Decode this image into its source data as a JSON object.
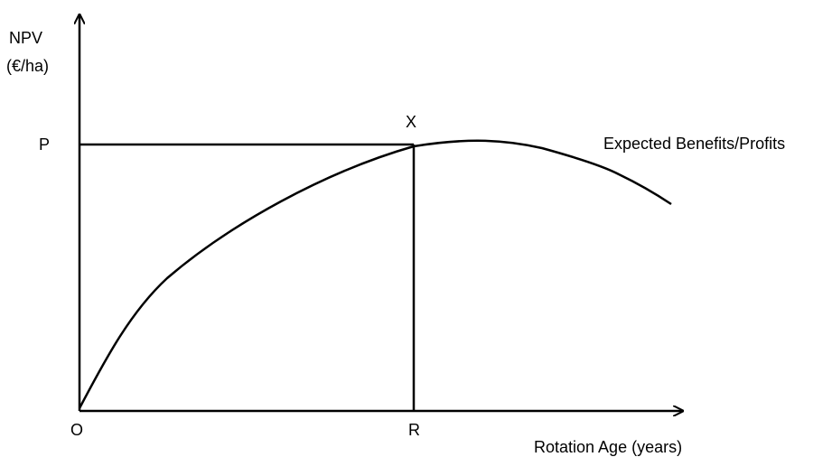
{
  "diagram": {
    "y_axis_label_line1": "NPV",
    "y_axis_label_line2": "(€/ha)",
    "x_axis_label": "Rotation  Age (years)",
    "origin_label": "O",
    "p_label": "P",
    "x_point_label": "X",
    "r_label": "R",
    "curve_label": "Expected Benefits/Profits",
    "line_color": "#000000"
  }
}
